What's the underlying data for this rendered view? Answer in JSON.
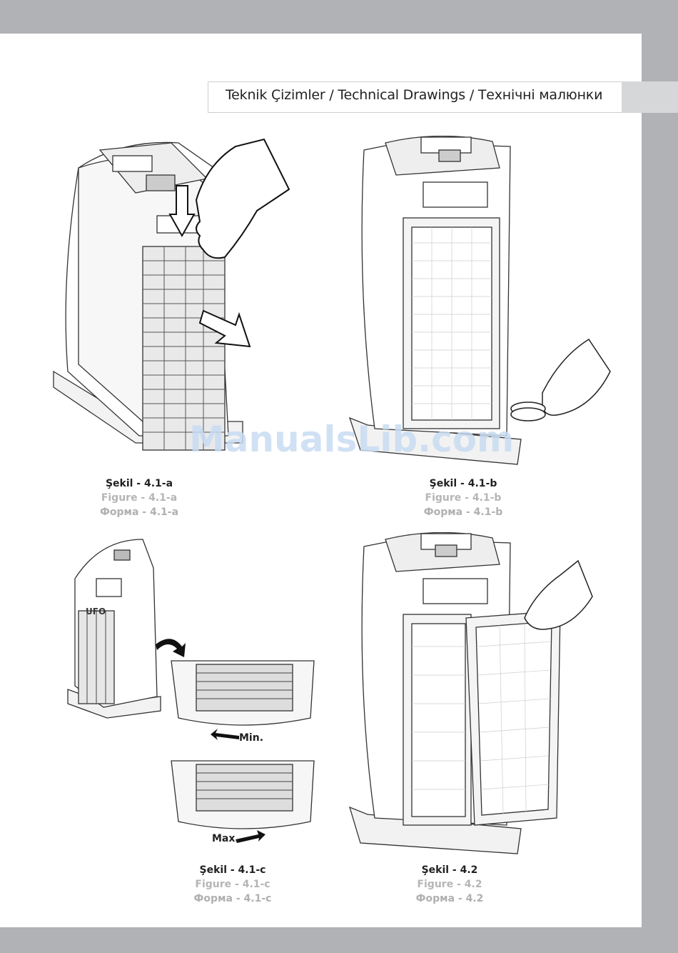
{
  "header": {
    "title": "Teknik Çizimler / Technical Drawings / Технічні малюнки"
  },
  "watermark": "ManualsLib.com",
  "figures": [
    {
      "id": "4.1-a",
      "line1": "Şekil - 4.1-a",
      "line2": "Figure - 4.1-a",
      "line3": "Форма - 4.1-a"
    },
    {
      "id": "4.1-b",
      "line1": "Şekil - 4.1-b",
      "line2": "Figure - 4.1-b",
      "line3": "Форма - 4.1-b"
    },
    {
      "id": "4.1-c",
      "line1": "Şekil - 4.1-c",
      "line2": "Figure - 4.1-c",
      "line3": "Форма - 4.1-c"
    },
    {
      "id": "4.2",
      "line1": "Şekil - 4.2",
      "line2": "Figure - 4.2",
      "line3": "Форма - 4.2"
    }
  ],
  "labels": {
    "min": "Min.",
    "max": "Max.",
    "brand": "UFO"
  }
}
